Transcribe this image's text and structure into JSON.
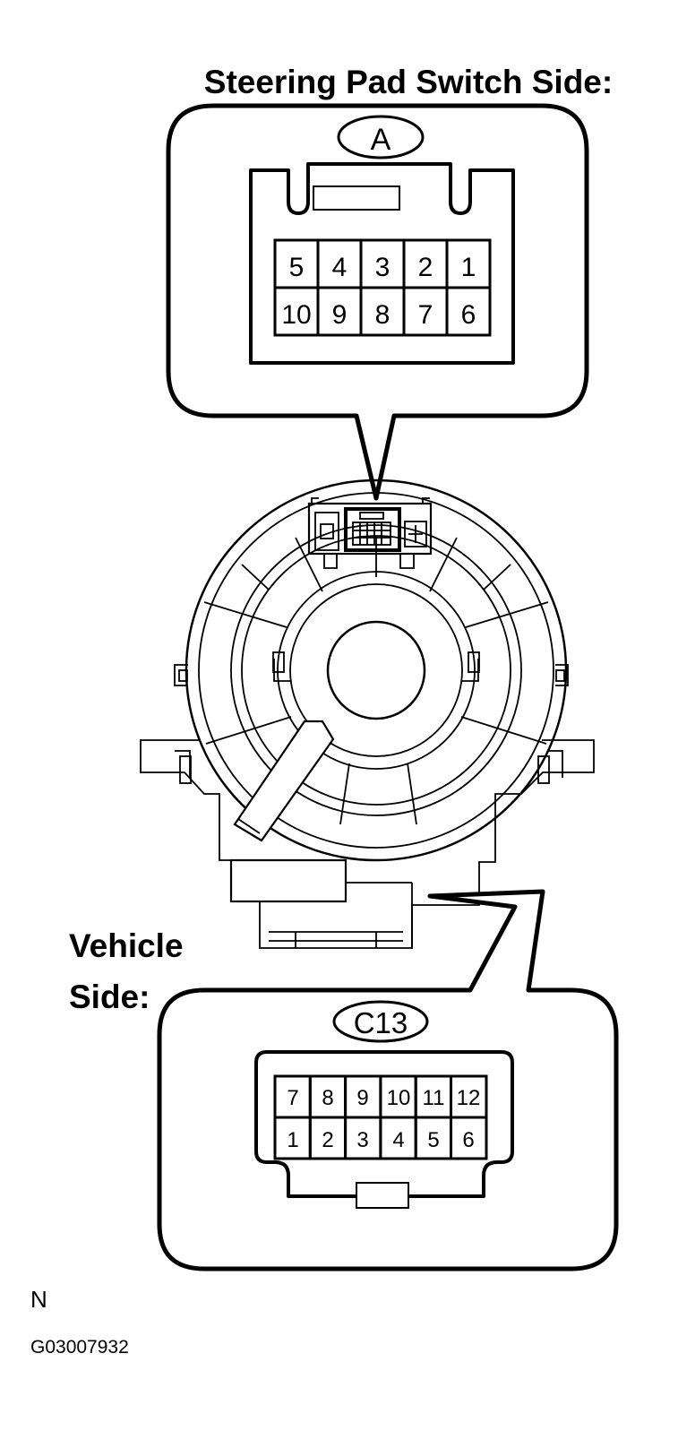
{
  "labels": {
    "top_title": "Steering Pad Switch Side:",
    "vehicle_line1": "Vehicle",
    "vehicle_line2": "Side:",
    "footer_n": "N",
    "footer_code": "G03007932"
  },
  "connector_a": {
    "id": "A",
    "pins_top": [
      "5",
      "4",
      "3",
      "2",
      "1"
    ],
    "pins_bottom": [
      "10",
      "9",
      "8",
      "7",
      "6"
    ]
  },
  "connector_c13": {
    "id": "C13",
    "pins_top": [
      "7",
      "8",
      "9",
      "10",
      "11",
      "12"
    ],
    "pins_bottom": [
      "1",
      "2",
      "3",
      "4",
      "5",
      "6"
    ]
  }
}
